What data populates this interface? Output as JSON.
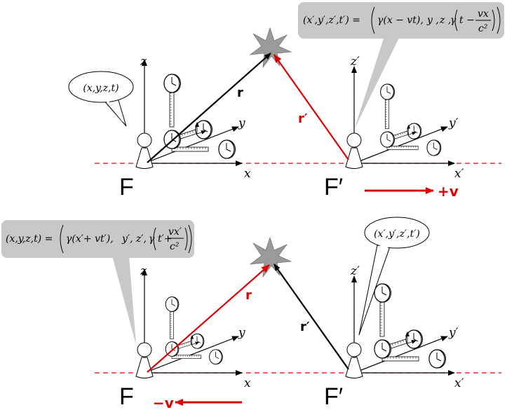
{
  "top": {
    "frame_F": {
      "name": "F",
      "axes": {
        "x": "x",
        "y": "y",
        "z": "z"
      },
      "bubble": "(x,y,z,t)"
    },
    "frame_Fp": {
      "name": "F′",
      "axes": {
        "x": "x′",
        "y": "y′",
        "z": "z′"
      },
      "velocity_label": "+v"
    },
    "vector_r": "r",
    "vector_rp": "r′",
    "transform_box": {
      "lhs": "(x′,y′,z′,t′) =",
      "gamma_x": "γ(x − vt),",
      "y": "y ,",
      "z": "z ,",
      "gamma_t": "γ",
      "t": "t −",
      "num": "vx",
      "den": "c²"
    }
  },
  "bottom": {
    "frame_F": {
      "name": "F",
      "axes": {
        "x": "x",
        "y": "y",
        "z": "z"
      },
      "velocity_label": "−v"
    },
    "frame_Fp": {
      "name": "F′",
      "axes": {
        "x": "x′",
        "y": "y′",
        "z": "z′"
      },
      "bubble": "(x′,y′,z′,t′)"
    },
    "vector_r": "r",
    "vector_rp": "r′",
    "transform_box": {
      "lhs": "(x,y,z,t) =",
      "gamma_x": "γ(x′+ vt′),",
      "y": "y′,",
      "z": "z′,",
      "gamma_t": "γ",
      "t": "t′+",
      "num": "vx′",
      "den": "c²"
    }
  },
  "colors": {
    "red": "#dd0000",
    "black": "#000000",
    "gray_box": "#c8c8c8",
    "dashed": "#dd0000"
  }
}
